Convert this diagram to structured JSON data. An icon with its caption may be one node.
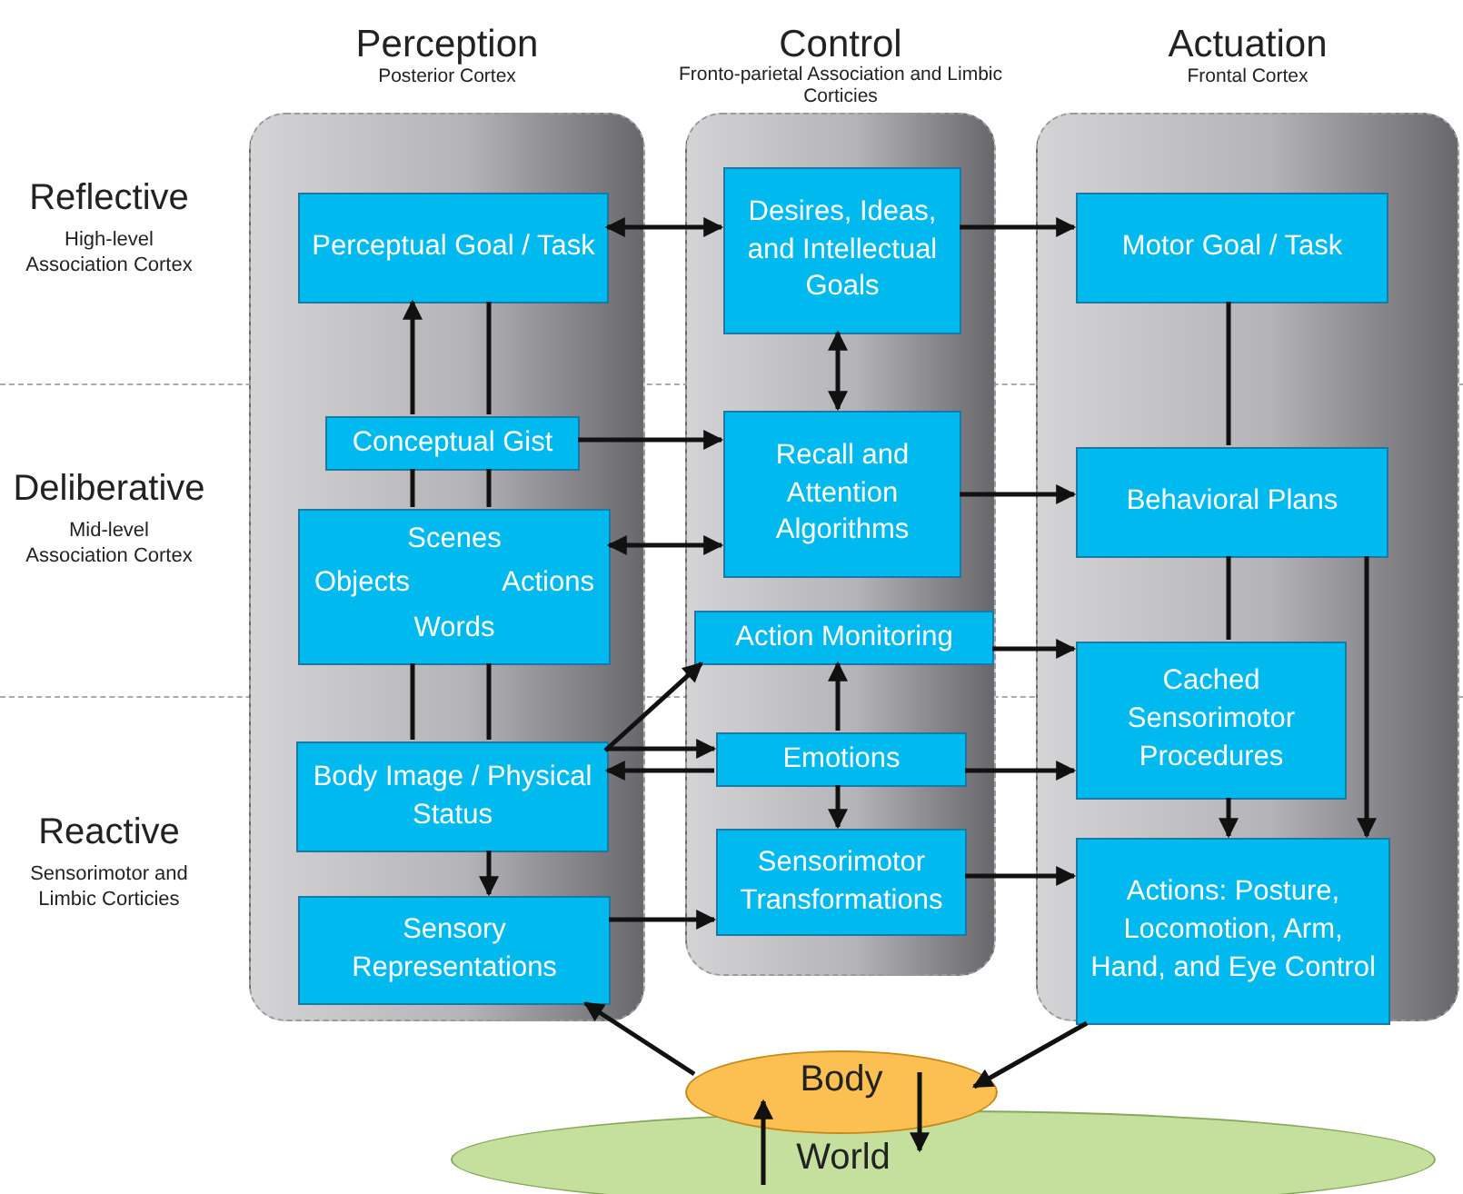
{
  "diagram": {
    "nodes": [
      {
        "text": [
          "Perception",
          "Posterior Cortex"
        ]
      },
      {
        "text": [
          "Control",
          "Fronto-parietal Association and Limbic Corticies"
        ]
      },
      {
        "text": [
          "Actuation",
          "Frontal Cortex"
        ]
      },
      {
        "text": [
          "Perceptual Goal / Task"
        ],
        "in": 0
      },
      {
        "text": [
          "Conceptual Gist"
        ],
        "in": 0
      },
      {
        "text": [
          "Scenes",
          "Objects",
          "Actions",
          "Words"
        ],
        "in": 0
      },
      {
        "text": [
          "Body Image / Physical Status"
        ],
        "in": 0
      },
      {
        "text": [
          "Sensory Representations"
        ],
        "in": 0
      },
      {
        "text": [
          "Desires, Ideas, and Intellectual Goals"
        ],
        "in": 1
      },
      {
        "text": [
          "Recall and Attention Algorithms"
        ],
        "in": 1
      },
      {
        "text": [
          "Action Monitoring"
        ],
        "in": 1
      },
      {
        "text": [
          "Emotions"
        ],
        "in": 1
      },
      {
        "text": [
          "Sensorimotor Transformations"
        ],
        "in": 1
      },
      {
        "text": [
          "Motor Goal / Task"
        ],
        "in": 2
      },
      {
        "text": [
          "Behavioral Plans"
        ],
        "in": 2
      },
      {
        "text": [
          "Cached Sensorimotor Procedures"
        ],
        "in": 2
      },
      {
        "text": [
          "Actions: Posture, Locomotion, Arm, Hand, and Eye Control"
        ],
        "in": 2
      },
      {
        "text": [
          "Body"
        ]
      },
      {
        "text": [
          "World"
        ]
      }
    ],
    "edges": [
      {
        "from": 6,
        "to": 5,
        "arrow": "none"
      },
      {
        "from": 5,
        "to": 4,
        "arrow": "none"
      },
      {
        "from": 4,
        "to": 3,
        "arrow": "to"
      },
      {
        "from": 3,
        "to": 4,
        "arrow": "none"
      },
      {
        "from": 4,
        "to": 5,
        "arrow": "none"
      },
      {
        "from": 5,
        "to": 6,
        "arrow": "none"
      },
      {
        "from": 6,
        "to": 7,
        "arrow": "to"
      },
      {
        "from": 3,
        "to": 8,
        "arrow": "both"
      },
      {
        "from": 8,
        "to": 13,
        "arrow": "to"
      },
      {
        "from": 8,
        "to": 9,
        "arrow": "both"
      },
      {
        "from": 4,
        "to": 9,
        "arrow": "to"
      },
      {
        "from": 5,
        "to": 9,
        "arrow": "both"
      },
      {
        "from": 9,
        "to": 14,
        "arrow": "to"
      },
      {
        "from": 13,
        "to": 14,
        "arrow": "none"
      },
      {
        "from": 14,
        "to": 15,
        "arrow": "none"
      },
      {
        "from": 15,
        "to": 16,
        "arrow": "to"
      },
      {
        "from": 14,
        "to": 16,
        "arrow": "to"
      },
      {
        "from": 6,
        "to": 10,
        "arrow": "to"
      },
      {
        "from": 6,
        "to": 11,
        "arrow": "to"
      },
      {
        "from": 11,
        "to": 6,
        "arrow": "to"
      },
      {
        "from": 11,
        "to": 10,
        "arrow": "to"
      },
      {
        "from": 11,
        "to": 12,
        "arrow": "to"
      },
      {
        "from": 10,
        "to": 15,
        "arrow": "to"
      },
      {
        "from": 11,
        "to": 15,
        "arrow": "to"
      },
      {
        "from": 12,
        "to": 16,
        "arrow": "to"
      },
      {
        "from": 7,
        "to": 12,
        "arrow": "to"
      },
      {
        "from": 17,
        "to": 7,
        "arrow": "to"
      },
      {
        "from": 16,
        "to": 17,
        "arrow": "to"
      },
      {
        "from": 18,
        "to": 17,
        "arrow": "to"
      },
      {
        "from": 17,
        "to": 18,
        "arrow": "to"
      }
    ],
    "labels": [
      "Reflective",
      "High-level Association Cortex",
      "Deliberative",
      "Mid-level Association Cortex",
      "Reactive",
      "Sensorimotor and Limbic Corticies"
    ]
  }
}
